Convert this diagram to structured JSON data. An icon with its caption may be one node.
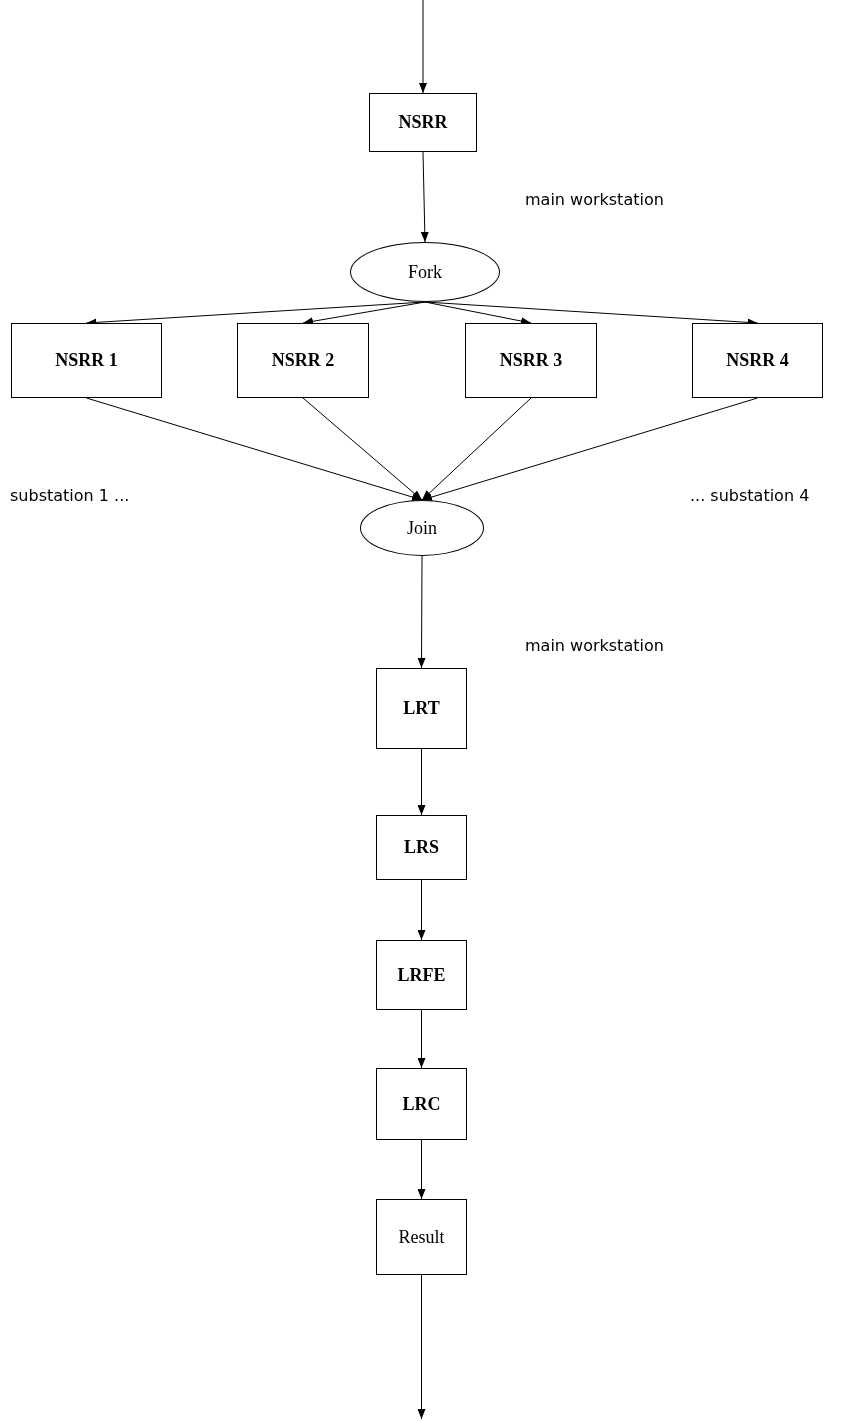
{
  "diagram": {
    "nodes": [
      {
        "text": [
          "NSRR"
        ]
      },
      {
        "text": [
          "Fork"
        ]
      },
      {
        "text": [
          "NSRR 1"
        ]
      },
      {
        "text": [
          "NSRR 2"
        ]
      },
      {
        "text": [
          "NSRR 3"
        ]
      },
      {
        "text": [
          "NSRR 4"
        ]
      },
      {
        "text": [
          "Join"
        ]
      },
      {
        "text": [
          "LRT"
        ]
      },
      {
        "text": [
          "LRS"
        ]
      },
      {
        "text": [
          "LRFE"
        ]
      },
      {
        "text": [
          "LRC"
        ]
      },
      {
        "text": [
          "Result"
        ]
      }
    ],
    "edges": [
      {
        "from": null,
        "to": 0,
        "arrow": "to"
      },
      {
        "from": 0,
        "to": 1,
        "arrow": "to"
      },
      {
        "from": 1,
        "to": 2,
        "arrow": "to"
      },
      {
        "from": 1,
        "to": 3,
        "arrow": "to"
      },
      {
        "from": 1,
        "to": 4,
        "arrow": "to"
      },
      {
        "from": 1,
        "to": 5,
        "arrow": "to"
      },
      {
        "from": 2,
        "to": 6,
        "arrow": "to"
      },
      {
        "from": 3,
        "to": 6,
        "arrow": "to"
      },
      {
        "from": 4,
        "to": 6,
        "arrow": "to"
      },
      {
        "from": 5,
        "to": 6,
        "arrow": "to"
      },
      {
        "from": 6,
        "to": 7,
        "arrow": "to"
      },
      {
        "from": 7,
        "to": 8,
        "arrow": "to"
      },
      {
        "from": 8,
        "to": 9,
        "arrow": "to"
      },
      {
        "from": 9,
        "to": 10,
        "arrow": "to"
      },
      {
        "from": 10,
        "to": 11,
        "arrow": "to"
      },
      {
        "from": 11,
        "to": null,
        "arrow": "to"
      }
    ],
    "labels": [
      "main workstation",
      "substation 1 ...",
      "... substation 4",
      "main workstation"
    ]
  }
}
